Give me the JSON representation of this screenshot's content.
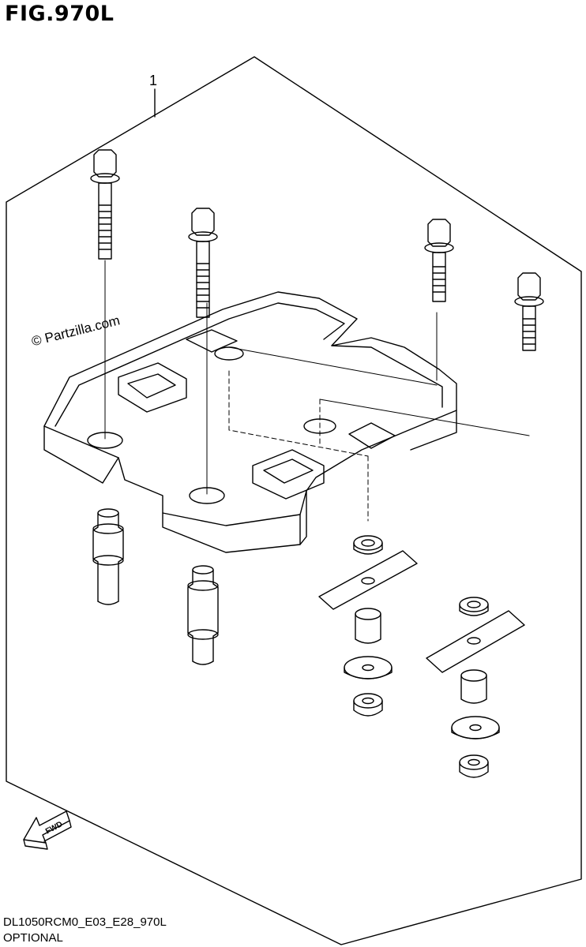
{
  "figure": {
    "title": "FIG.970L",
    "callouts": [
      {
        "number": "1"
      }
    ],
    "watermark": "© Partzilla.com",
    "direction_marker": "FWD",
    "footer_code": "DL1050RCM0_E03_E28_970L",
    "footer_note": "OPTIONAL"
  },
  "colors": {
    "line": "#000000",
    "background": "#ffffff"
  },
  "icons": [
    "fwd-arrow-icon"
  ]
}
